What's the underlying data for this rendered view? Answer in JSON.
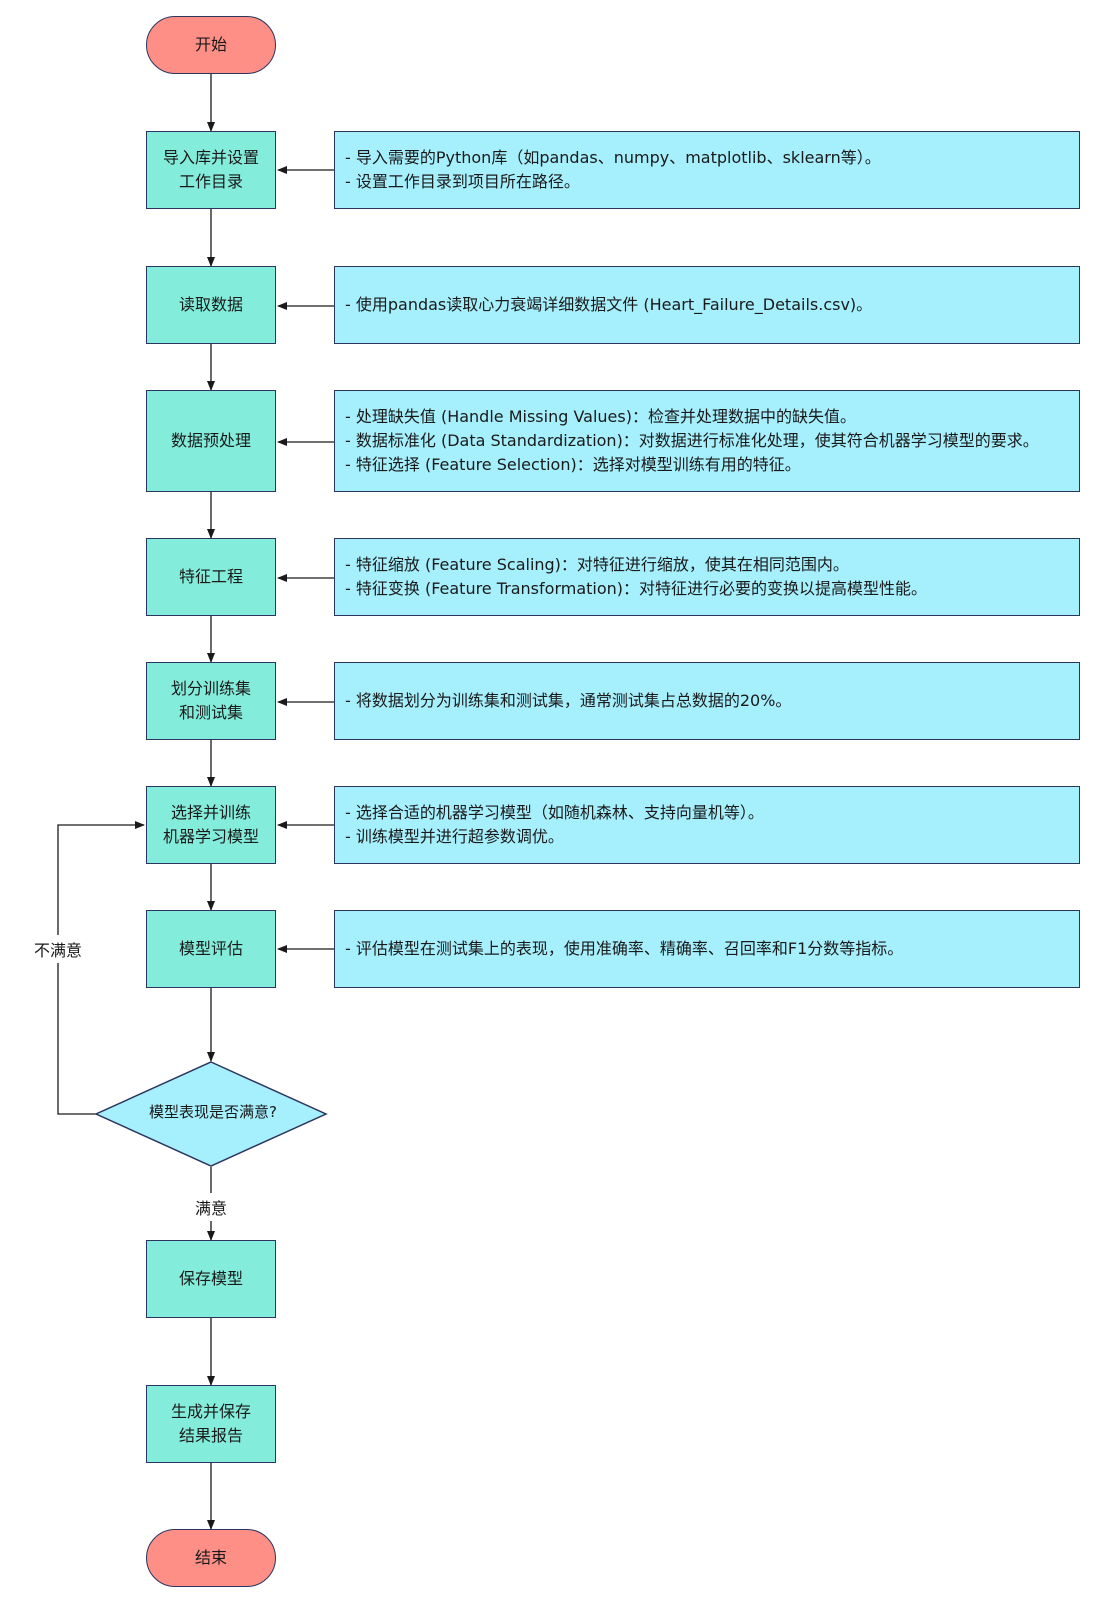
{
  "diagram": {
    "start": "开始",
    "end": "结束",
    "steps": [
      {
        "label": "导入库并设置\n工作目录",
        "notes": [
          "- 导入需要的Python库（如pandas、numpy、matplotlib、sklearn等）。",
          "- 设置工作目录到项目所在路径。"
        ]
      },
      {
        "label": "读取数据",
        "notes": [
          "- 使用pandas读取心力衰竭详细数据文件 (Heart_Failure_Details.csv)。"
        ]
      },
      {
        "label": "数据预处理",
        "notes": [
          "- 处理缺失值 (Handle Missing Values)：检查并处理数据中的缺失值。",
          "- 数据标准化 (Data Standardization)：对数据进行标准化处理，使其符合机器学习模型的要求。",
          "- 特征选择 (Feature Selection)：选择对模型训练有用的特征。"
        ]
      },
      {
        "label": "特征工程",
        "notes": [
          "- 特征缩放 (Feature Scaling)：对特征进行缩放，使其在相同范围内。",
          "- 特征变换 (Feature Transformation)：对特征进行必要的变换以提高模型性能。"
        ]
      },
      {
        "label": "划分训练集\n和测试集",
        "notes": [
          "- 将数据划分为训练集和测试集，通常测试集占总数据的20%。"
        ]
      },
      {
        "label": "选择并训练\n机器学习模型",
        "notes": [
          "- 选择合适的机器学习模型（如随机森林、支持向量机等）。",
          "- 训练模型并进行超参数调优。"
        ]
      },
      {
        "label": "模型评估",
        "notes": [
          "- 评估模型在测试集上的表现，使用准确率、精确率、召回率和F1分数等指标。"
        ]
      }
    ],
    "decision": "模型表现是否满意?",
    "no_label": "不满意",
    "yes_label": "满意",
    "after": [
      "保存模型",
      "生成并保存\n结果报告"
    ]
  },
  "colors": {
    "process": "#84ecdb",
    "terminal": "#fd8f87",
    "note": "#a6effc",
    "decision": "#a6effc",
    "border": "#2b3560",
    "line": "#1a1a1a"
  }
}
